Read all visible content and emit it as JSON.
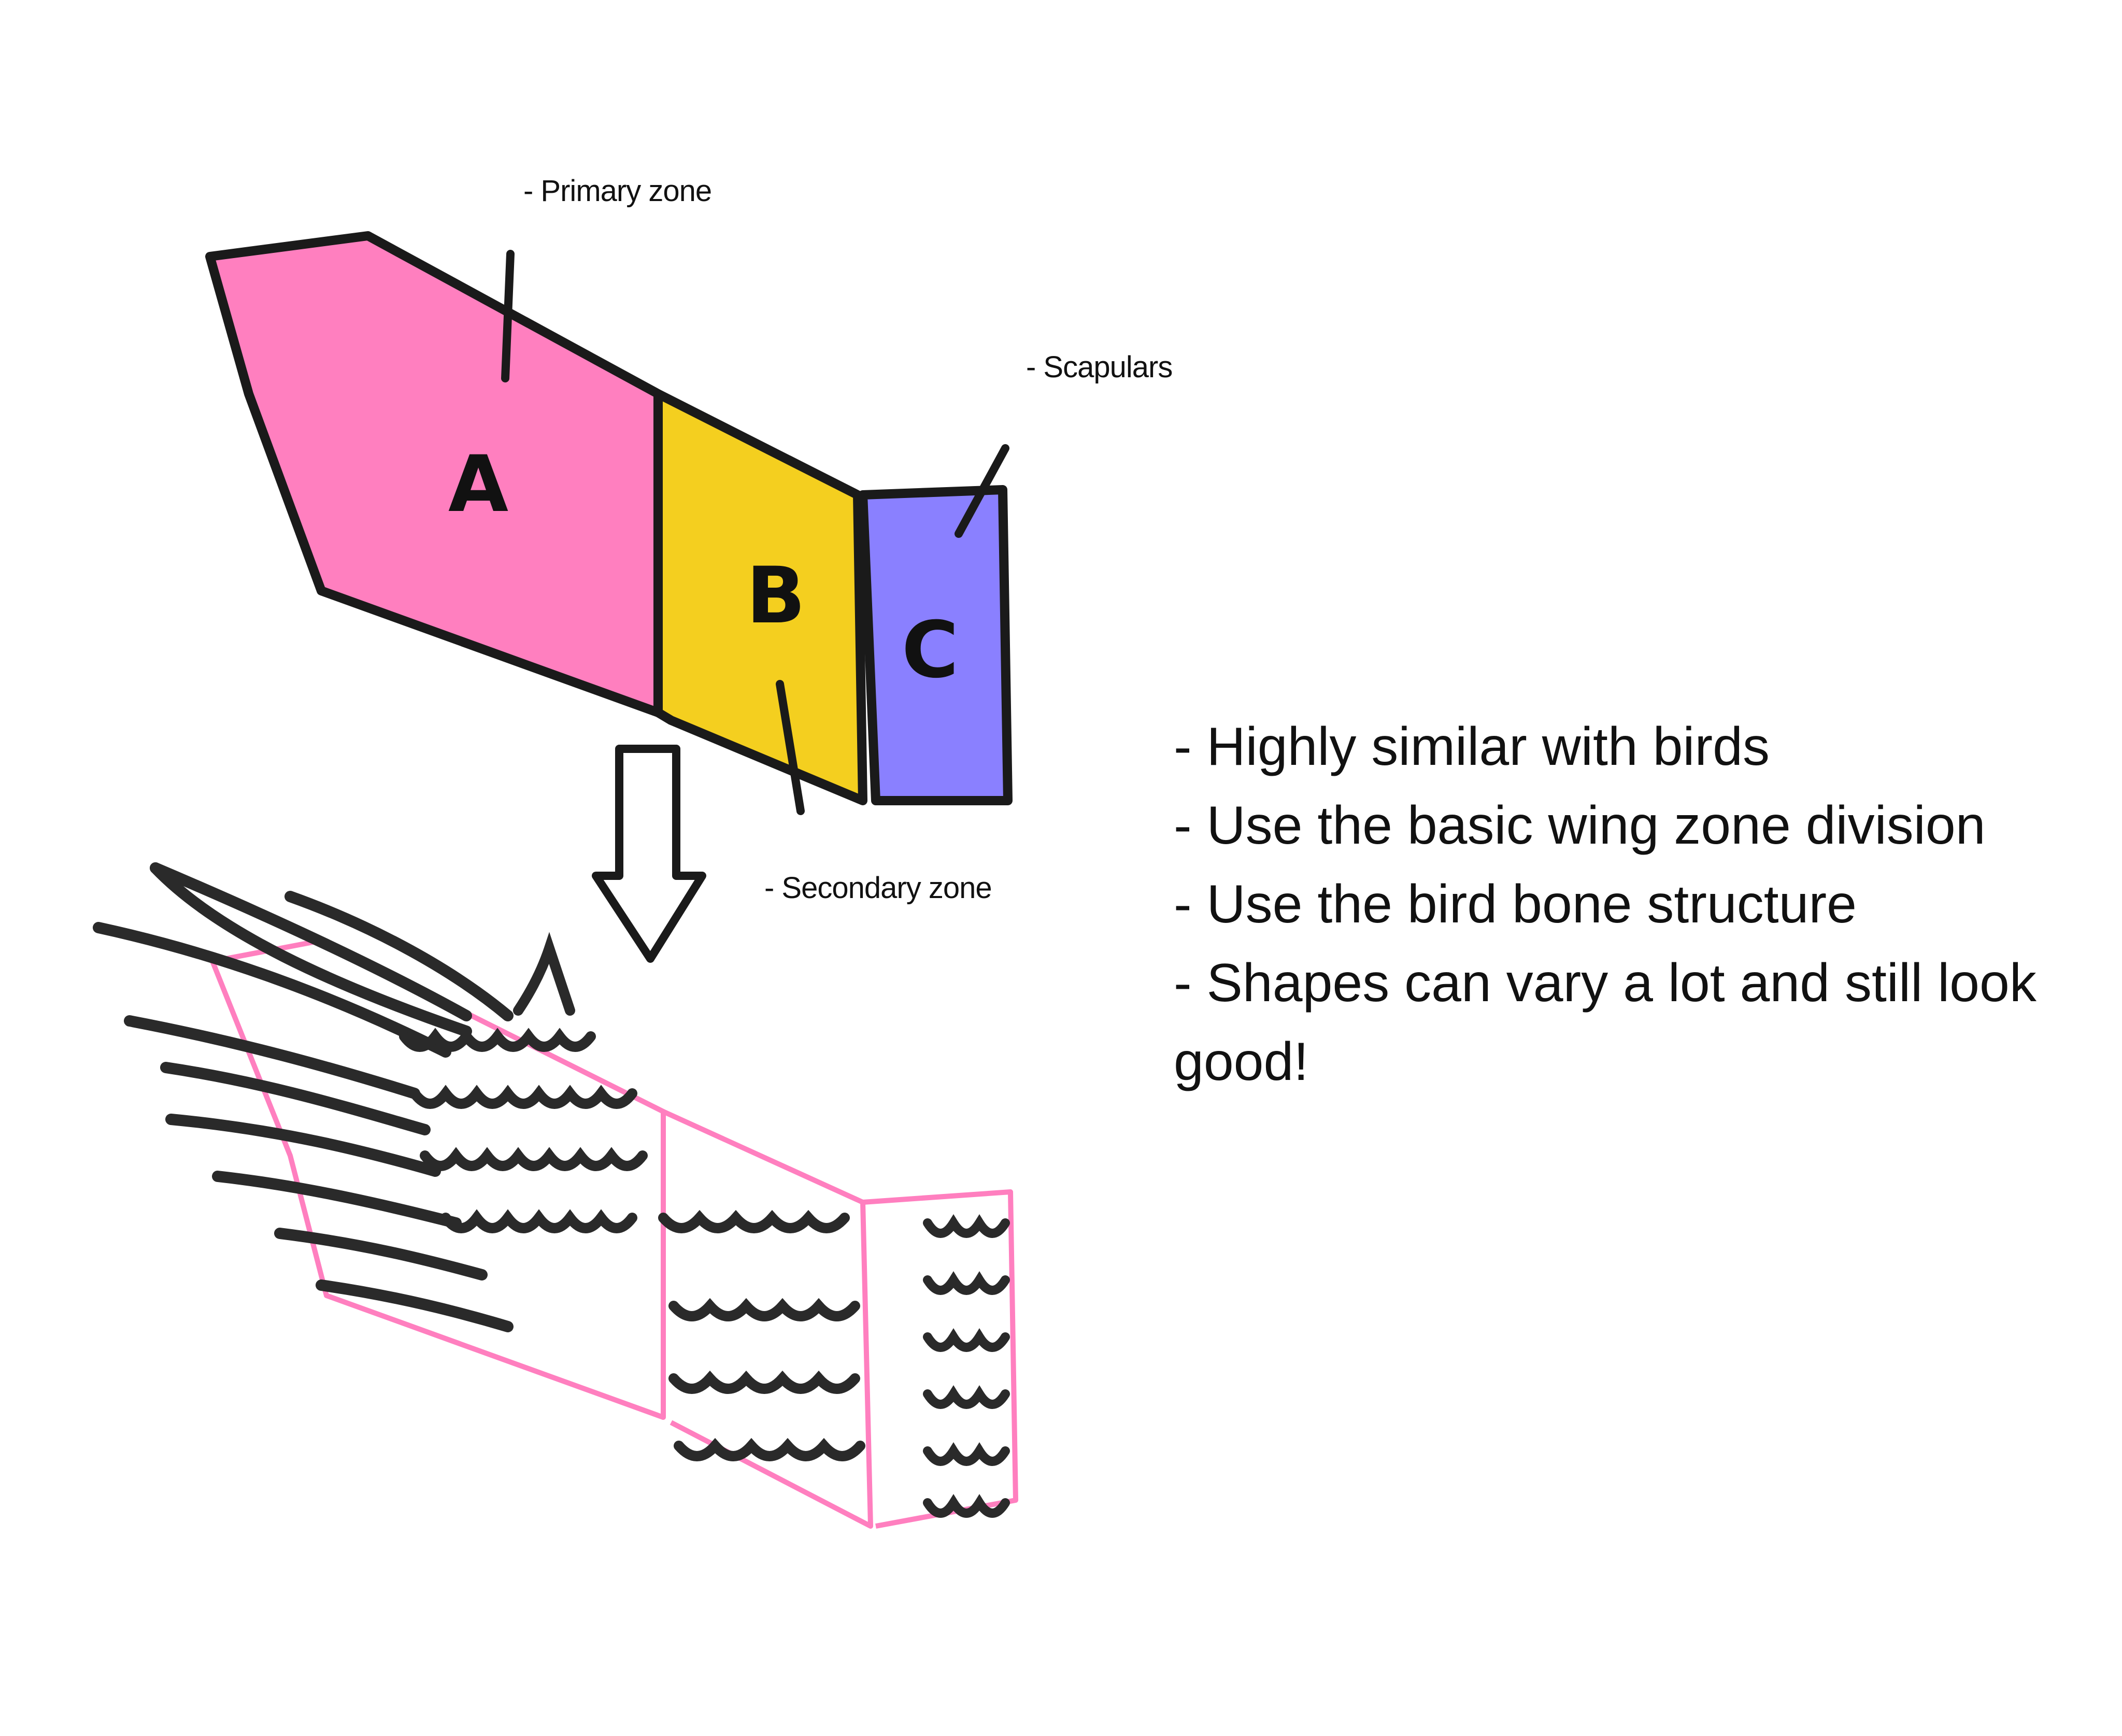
{
  "labels": {
    "primary": "- Primary zone",
    "scapulars": "- Scapulars",
    "secondary": "- Secondary zone"
  },
  "zones": {
    "a": "A",
    "b": "B",
    "c": "C"
  },
  "notes": [
    "- Highly similar with birds",
    "- Use the basic wing zone division",
    "- Use the bird bone structure",
    "- Shapes can vary a lot and still look good!"
  ],
  "colors": {
    "zone_a": "#ff7fbf",
    "zone_b": "#f4cf1f",
    "zone_c": "#8a80ff",
    "outline": "#1a1a1a",
    "guide": "#ff7fbf"
  }
}
